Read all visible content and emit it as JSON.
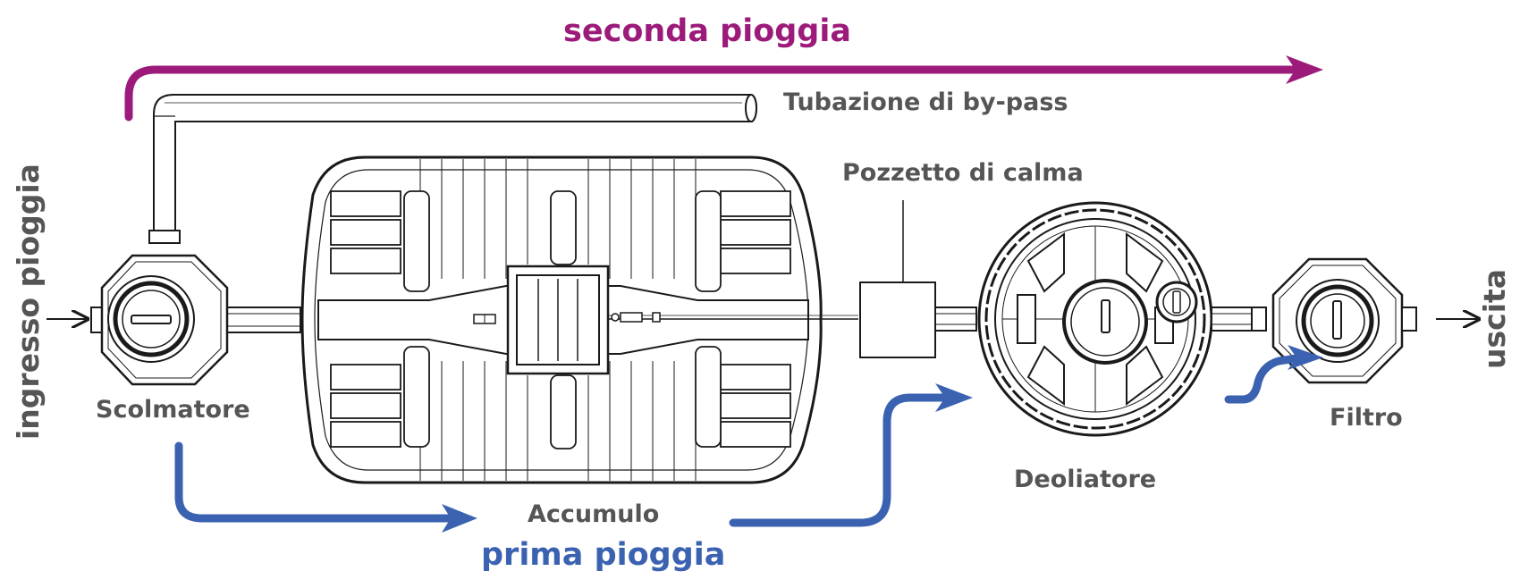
{
  "labels": {
    "seconda_pioggia": "seconda pioggia",
    "prima_pioggia": "prima pioggia",
    "bypass": "Tubazione di by-pass",
    "pozzetto": "Pozzetto di calma",
    "scolmatore": "Scolmatore",
    "accumulo": "Accumulo",
    "deoliatore": "Deoliatore",
    "filtro": "Filtro",
    "ingresso": "ingresso pioggia",
    "uscita": "uscita"
  },
  "colors": {
    "seconda_pioggia": "#9c1b7a",
    "prima_pioggia": "#3a62b0",
    "labels": "#555555",
    "lines": "#1a1a1a"
  }
}
